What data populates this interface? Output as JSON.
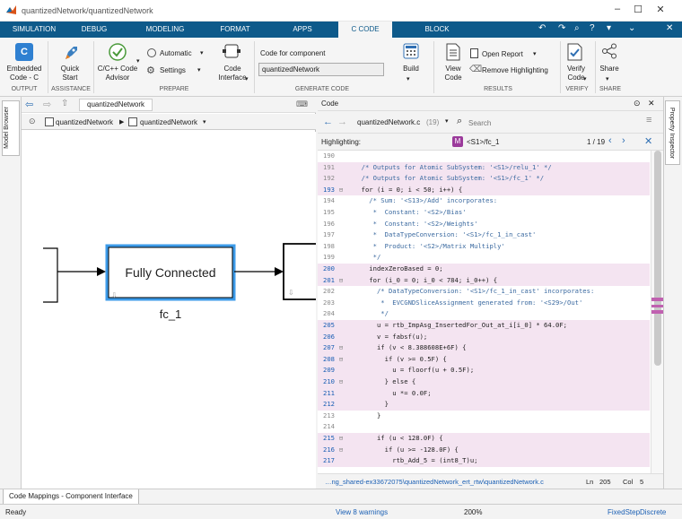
{
  "window": {
    "title": "quantizedNetwork/quantizedNetwork"
  },
  "tabs": [
    "SIMULATION",
    "DEBUG",
    "MODELING",
    "FORMAT",
    "APPS",
    "C CODE",
    "BLOCK"
  ],
  "ribbon": {
    "embedded": "Embedded",
    "embedded2": "Code - C",
    "quick": "Quick",
    "start": "Start",
    "advisor1": "C/C++ Code",
    "advisor2": "Advisor",
    "automatic": "Automatic",
    "settings": "Settings",
    "iface1": "Code",
    "iface2": "Interface",
    "codefor": "Code for component",
    "component": "quantizedNetwork",
    "build": "Build",
    "view1": "View",
    "view2": "Code",
    "openreport": "Open Report",
    "removehl": "Remove Highlighting",
    "verify1": "Verify",
    "verify2": "Code",
    "share": "Share",
    "groups": [
      "OUTPUT",
      "ASSISTANCE",
      "PREPARE",
      "GENERATE CODE",
      "RESULTS",
      "VERIFY",
      "SHARE"
    ]
  },
  "left": {
    "model_browser": "Model Browser"
  },
  "right": {
    "property_inspector": "Property Inspector"
  },
  "model": {
    "tab": "quantizedNetwork",
    "crumb1": "quantizedNetwork",
    "crumb2": "quantizedNetwork",
    "block_label": "Fully Connected",
    "block_name": "fc_1"
  },
  "code": {
    "panel_title": "Code",
    "file": "quantizedNetwork.c",
    "count": "(19)",
    "search_placeholder": "Search",
    "highlighting_label": "Highlighting:",
    "tag_letter": "M",
    "tag": "<S1>/fc_1",
    "nav": "1 / 19",
    "lines": [
      {
        "n": "190",
        "t": ""
      },
      {
        "n": "191",
        "t": "  /* Outputs for Atomic SubSystem: '<S1>/relu_1' */"
      },
      {
        "n": "192",
        "t": "  /* Outputs for Atomic SubSystem: '<S1>/fc_1' */"
      },
      {
        "n": "193",
        "t": "  for (i = 0; i < 50; i++) {"
      },
      {
        "n": "194",
        "t": "    /* Sum: '<S13>/Add' incorporates:"
      },
      {
        "n": "195",
        "t": "     *  Constant: '<S2>/Bias'"
      },
      {
        "n": "196",
        "t": "     *  Constant: '<S2>/Weights'"
      },
      {
        "n": "197",
        "t": "     *  DataTypeConversion: '<S1>/fc_1_in_cast'"
      },
      {
        "n": "198",
        "t": "     *  Product: '<S2>/Matrix Multiply'"
      },
      {
        "n": "199",
        "t": "     */"
      },
      {
        "n": "200",
        "t": "    indexZeroBased = 0;"
      },
      {
        "n": "201",
        "t": "    for (i_0 = 0; i_0 < 784; i_0++) {"
      },
      {
        "n": "202",
        "t": "      /* DataTypeConversion: '<S1>/fc_1_in_cast' incorporates:"
      },
      {
        "n": "203",
        "t": "       *  EVCGNDSliceAssignment generated from: '<S29>/Out'"
      },
      {
        "n": "204",
        "t": "       */"
      },
      {
        "n": "205",
        "t": "      u = rtb_ImpAsg_InsertedFor_Out_at_i[i_0] * 64.0F;"
      },
      {
        "n": "206",
        "t": "      v = fabsf(u);"
      },
      {
        "n": "207",
        "t": "      if (v < 8.388608E+6F) {"
      },
      {
        "n": "208",
        "t": "        if (v >= 0.5F) {"
      },
      {
        "n": "209",
        "t": "          u = floorf(u + 0.5F);"
      },
      {
        "n": "210",
        "t": "        } else {"
      },
      {
        "n": "211",
        "t": "          u *= 0.0F;"
      },
      {
        "n": "212",
        "t": "        }"
      },
      {
        "n": "213",
        "t": "      }"
      },
      {
        "n": "214",
        "t": ""
      },
      {
        "n": "215",
        "t": "      if (u < 128.0F) {"
      },
      {
        "n": "216",
        "t": "        if (u >= -128.0F) {"
      },
      {
        "n": "217",
        "t": "          rtb_Add_5 = (int8_T)u;"
      }
    ],
    "footer_path": "…ng_shared-ex33672075\\quantizedNetwork_ert_rtw\\quantizedNetwork.c",
    "ln": "Ln",
    "ln_val": "205",
    "col": "Col",
    "col_val": "5"
  },
  "bottom": {
    "tab": "Code Mappings - Component Interface"
  },
  "status": {
    "ready": "Ready",
    "warnings": "View 8 warnings",
    "zoom": "200%",
    "solver": "FixedStepDiscrete"
  }
}
